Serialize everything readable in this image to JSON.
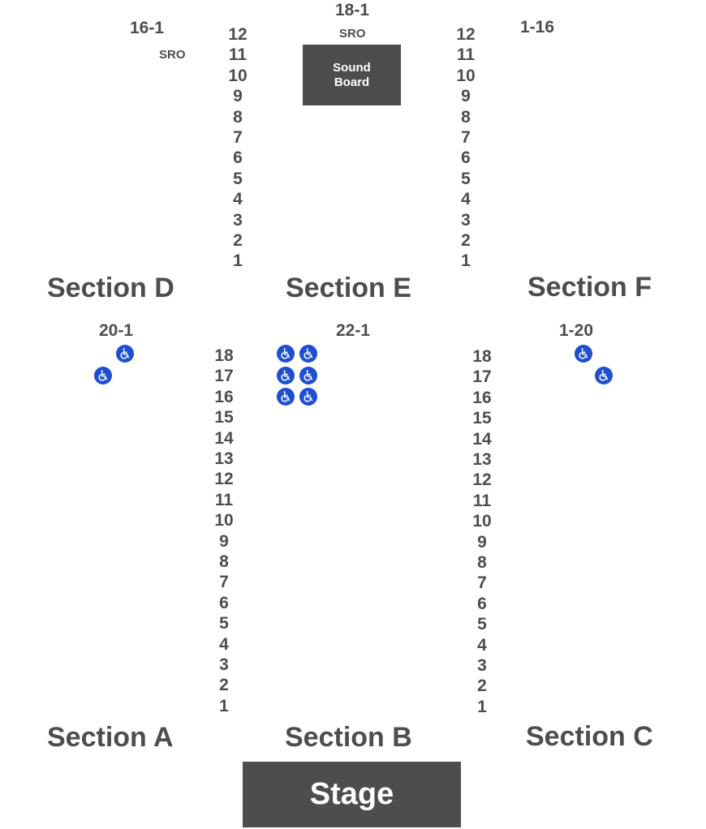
{
  "sections": {
    "A": "Section A",
    "B": "Section B",
    "C": "Section C",
    "D": "Section D",
    "E": "Section E",
    "F": "Section F"
  },
  "ranges": {
    "d_top": "16-1",
    "e_top": "18-1",
    "f_top": "1-16",
    "a_top": "20-1",
    "b_top": "22-1",
    "c_top": "1-20"
  },
  "sro": {
    "left": "SRO",
    "center": "SRO"
  },
  "sound_board": {
    "line1": "Sound",
    "line2": "Board"
  },
  "stage": "Stage",
  "rows_upper": [
    "12",
    "11",
    "10",
    "9",
    "8",
    "7",
    "6",
    "5",
    "4",
    "3",
    "2",
    "1"
  ],
  "rows_lower": [
    "18",
    "17",
    "16",
    "15",
    "14",
    "13",
    "12",
    "11",
    "10",
    "9",
    "8",
    "7",
    "6",
    "5",
    "4",
    "3",
    "2",
    "1"
  ],
  "icons": {
    "wheelchair": "wheelchair-icon"
  },
  "colors": {
    "text": "#4d4d4d",
    "block": "#4d4d4d",
    "accessible": "#1f4fd1"
  }
}
